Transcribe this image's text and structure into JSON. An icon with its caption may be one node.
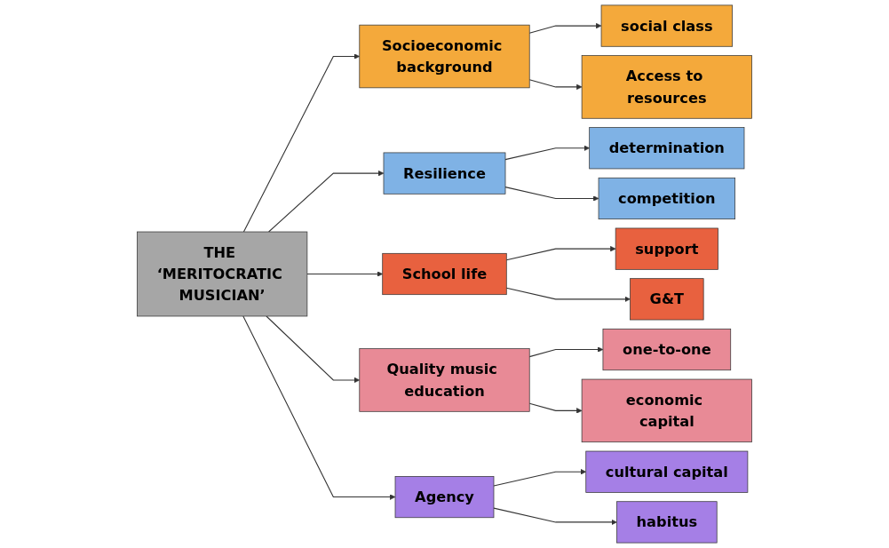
{
  "diagram": {
    "nodes": [
      {
        "text": [
          "THE ‘MERITOCRATIC MUSICIAN’"
        ]
      },
      {
        "text": [
          "Socioeconomic background"
        ]
      },
      {
        "text": [
          "social class"
        ]
      },
      {
        "text": [
          "Access to resources"
        ]
      },
      {
        "text": [
          "Resilience"
        ]
      },
      {
        "text": [
          "determination"
        ]
      },
      {
        "text": [
          "competition"
        ]
      },
      {
        "text": [
          "School life"
        ]
      },
      {
        "text": [
          "support"
        ]
      },
      {
        "text": [
          "G&T"
        ]
      },
      {
        "text": [
          "Quality music education"
        ]
      },
      {
        "text": [
          "one-to-one"
        ]
      },
      {
        "text": [
          "economic capital"
        ]
      },
      {
        "text": [
          "Agency"
        ]
      },
      {
        "text": [
          "cultural capital"
        ]
      },
      {
        "text": [
          "habitus"
        ]
      }
    ],
    "edges": [
      {
        "from": 0,
        "to": 1,
        "arrow": "to"
      },
      {
        "from": 0,
        "to": 4,
        "arrow": "to"
      },
      {
        "from": 0,
        "to": 7,
        "arrow": "to"
      },
      {
        "from": 0,
        "to": 10,
        "arrow": "to"
      },
      {
        "from": 0,
        "to": 13,
        "arrow": "to"
      },
      {
        "from": 1,
        "to": 2,
        "arrow": "to"
      },
      {
        "from": 1,
        "to": 3,
        "arrow": "to"
      },
      {
        "from": 4,
        "to": 5,
        "arrow": "to"
      },
      {
        "from": 4,
        "to": 6,
        "arrow": "to"
      },
      {
        "from": 7,
        "to": 8,
        "arrow": "to"
      },
      {
        "from": 7,
        "to": 9,
        "arrow": "to"
      },
      {
        "from": 10,
        "to": 11,
        "arrow": "to"
      },
      {
        "from": 10,
        "to": 12,
        "arrow": "to"
      },
      {
        "from": 13,
        "to": 14,
        "arrow": "to"
      },
      {
        "from": 13,
        "to": 15,
        "arrow": "to"
      }
    ]
  }
}
